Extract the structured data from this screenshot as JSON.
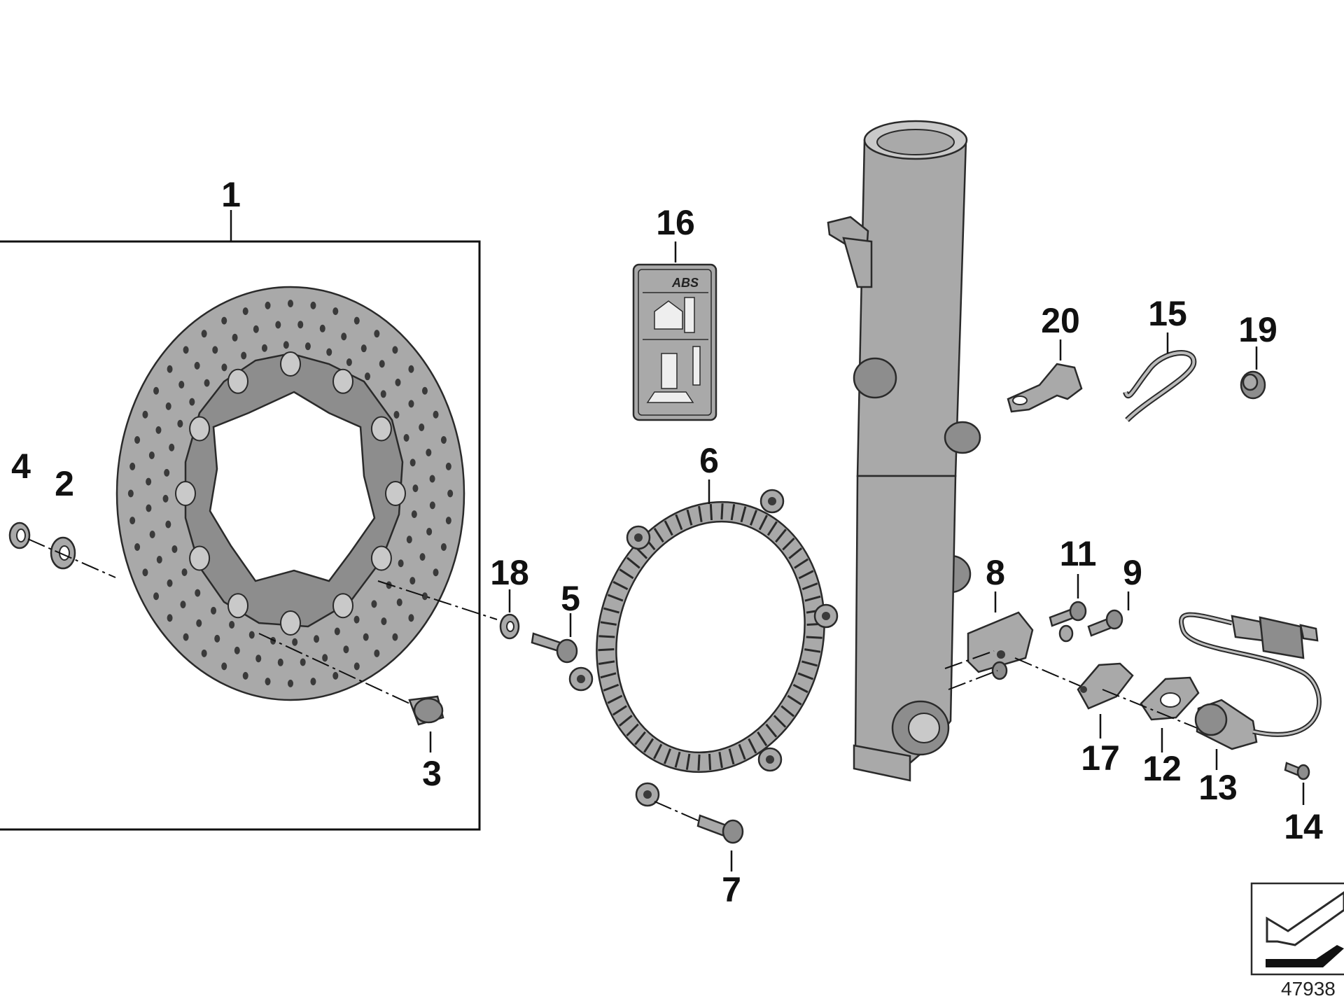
{
  "diagram": {
    "callouts": {
      "p1": "1",
      "p2": "2",
      "p3": "3",
      "p4": "4",
      "p5": "5",
      "p6": "6",
      "p7": "7",
      "p8": "8",
      "p9": "9",
      "p11": "11",
      "p12": "12",
      "p13": "13",
      "p14": "14",
      "p15": "15",
      "p16": "16",
      "p17": "17",
      "p18": "18",
      "p19": "19",
      "p20": "20"
    },
    "document_number": "47938",
    "label_badge_text": "ABS",
    "colors": {
      "part_fill": "#a9a9a9",
      "outline": "#2a2a2a",
      "background": "#ffffff"
    }
  }
}
